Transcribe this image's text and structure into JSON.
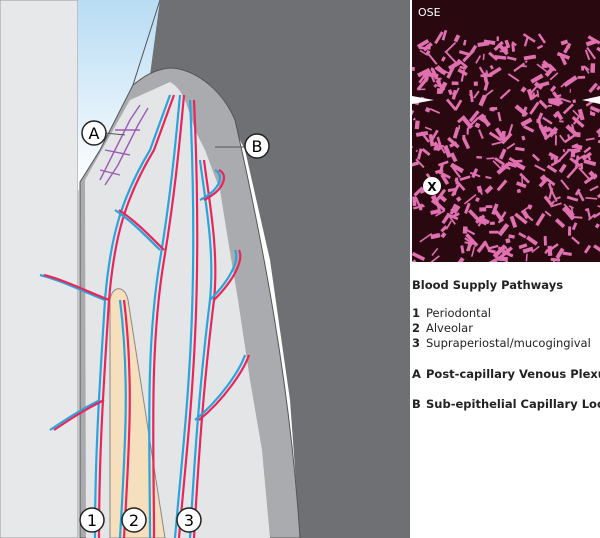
{
  "illustration": {
    "markers": {
      "A": "A",
      "B": "B",
      "one": "1",
      "two": "2",
      "three": "3"
    }
  },
  "micrograph": {
    "label": "OSE",
    "marker": "X"
  },
  "legend": {
    "title": "Blood Supply Pathways",
    "pathways": [
      {
        "key": "1",
        "label": "Periodontal"
      },
      {
        "key": "2",
        "label": "Alveolar"
      },
      {
        "key": "3",
        "label": "Supraperiostal/mucogingival"
      }
    ],
    "structures": [
      {
        "key": "A",
        "label": "Post-capillary Venous Plexus"
      },
      {
        "key": "B",
        "label": "Sub-epithelial Capillary Loops"
      }
    ]
  },
  "colors": {
    "artery": "#e8265a",
    "vein": "#2aa4dc",
    "plexus": "#9b5bb5",
    "bone": "#f6dfbd",
    "micro_vessels": "#e070b0"
  }
}
